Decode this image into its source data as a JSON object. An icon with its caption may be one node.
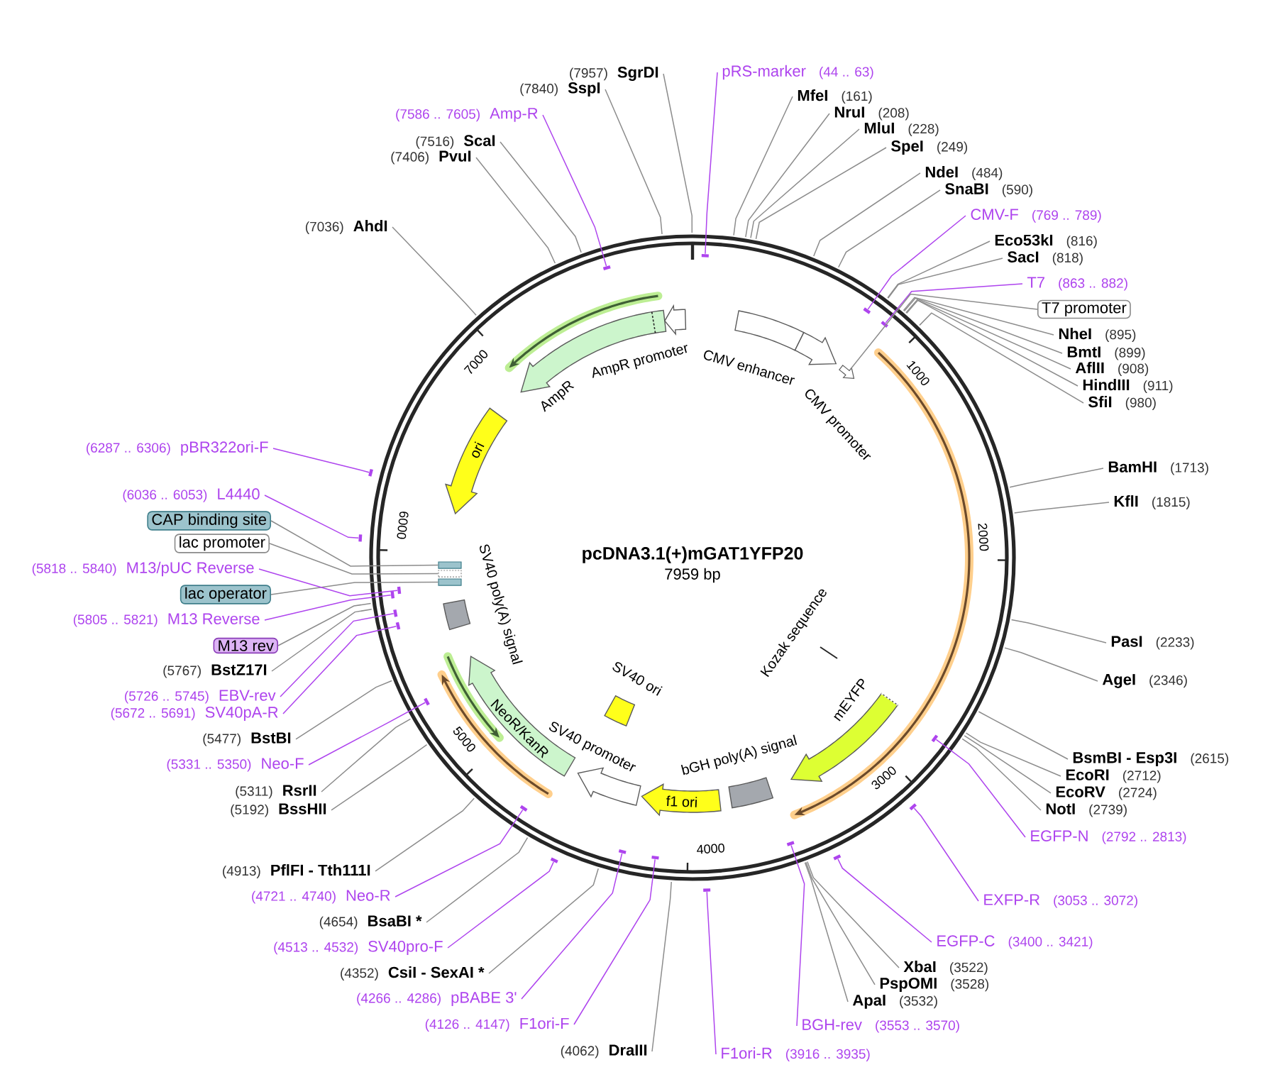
{
  "diagram": {
    "title": "pcDNA3.1(+)mGAT1YFP20",
    "nodes": [
      {
        "text": [
          "pRS-marker",
          "(44 .. 63)"
        ]
      },
      {
        "text": [
          "MfeI",
          "(161)"
        ]
      },
      {
        "text": [
          "NruI",
          "(208)"
        ]
      },
      {
        "text": [
          "MluI",
          "(228)"
        ]
      },
      {
        "text": [
          "SpeI",
          "(249)"
        ]
      },
      {
        "text": [
          "NdeI",
          "(484)"
        ]
      },
      {
        "text": [
          "SnaBI",
          "(590)"
        ]
      },
      {
        "text": [
          "CMV-F",
          "(769 .. 789)"
        ]
      },
      {
        "text": [
          "Eco53kI",
          "(816)"
        ]
      },
      {
        "text": [
          "SacI",
          "(818)"
        ]
      },
      {
        "text": [
          "T7",
          "(863 .. 882)"
        ]
      },
      {
        "text": [
          "T7 promoter"
        ]
      },
      {
        "text": [
          "NheI",
          "(895)"
        ]
      },
      {
        "text": [
          "BmtI",
          "(899)"
        ]
      },
      {
        "text": [
          "AflII",
          "(908)"
        ]
      },
      {
        "text": [
          "HindIII",
          "(911)"
        ]
      },
      {
        "text": [
          "SfiI",
          "(980)"
        ]
      },
      {
        "text": [
          "BamHI",
          "(1713)"
        ]
      },
      {
        "text": [
          "KflI",
          "(1815)"
        ]
      },
      {
        "text": [
          "PasI",
          "(2233)"
        ]
      },
      {
        "text": [
          "AgeI",
          "(2346)"
        ]
      },
      {
        "text": [
          "BsmBI - Esp3I",
          "(2615)"
        ]
      },
      {
        "text": [
          "EcoRI",
          "(2712)"
        ]
      },
      {
        "text": [
          "EcoRV",
          "(2724)"
        ]
      },
      {
        "text": [
          "NotI",
          "(2739)"
        ]
      },
      {
        "text": [
          "EGFP-N",
          "(2792 .. 2813)"
        ]
      },
      {
        "text": [
          "EXFP-R",
          "(3053 .. 3072)"
        ]
      },
      {
        "text": [
          "EGFP-C",
          "(3400 .. 3421)"
        ]
      },
      {
        "text": [
          "XbaI",
          "(3522)"
        ]
      },
      {
        "text": [
          "PspOMI",
          "(3528)"
        ]
      },
      {
        "text": [
          "ApaI",
          "(3532)"
        ]
      },
      {
        "text": [
          "BGH-rev",
          "(3553 .. 3570)"
        ]
      },
      {
        "text": [
          "F1ori-R",
          "(3916 .. 3935)"
        ]
      },
      {
        "text": [
          "(4062)",
          "DraIII"
        ]
      },
      {
        "text": [
          "(4126 .. 4147)",
          "F1ori-F"
        ]
      },
      {
        "text": [
          "(4266 .. 4286)",
          "pBABE 3'"
        ]
      },
      {
        "text": [
          "(4352)",
          "CsiI - SexAI *"
        ]
      },
      {
        "text": [
          "(4513 .. 4532)",
          "SV40pro-F"
        ]
      },
      {
        "text": [
          "(4654)",
          "BsaBI *"
        ]
      },
      {
        "text": [
          "(4721 .. 4740)",
          "Neo-R"
        ]
      },
      {
        "text": [
          "(4913)",
          "PflFI - Tth111I"
        ]
      },
      {
        "text": [
          "(5192)",
          "BssHII"
        ]
      },
      {
        "text": [
          "(5311)",
          "RsrII"
        ]
      },
      {
        "text": [
          "(5331 .. 5350)",
          "Neo-F"
        ]
      },
      {
        "text": [
          "(5477)",
          "BstBI"
        ]
      },
      {
        "text": [
          "(5672 .. 5691)",
          "SV40pA-R"
        ]
      },
      {
        "text": [
          "(5726 .. 5745)",
          "EBV-rev"
        ]
      },
      {
        "text": [
          "(5767)",
          "BstZ17I"
        ]
      },
      {
        "text": [
          "M13 rev"
        ]
      },
      {
        "text": [
          "(5805 .. 5821)",
          "M13 Reverse"
        ]
      },
      {
        "text": [
          "lac operator"
        ]
      },
      {
        "text": [
          "(5818 .. 5840)",
          "M13/pUC Reverse"
        ]
      },
      {
        "text": [
          "lac promoter"
        ]
      },
      {
        "text": [
          "CAP binding site"
        ]
      },
      {
        "text": [
          "(6036 .. 6053)",
          "L4440"
        ]
      },
      {
        "text": [
          "(6287 .. 6306)",
          "pBR322ori-F"
        ]
      },
      {
        "text": [
          "(7036)",
          "AhdI"
        ]
      },
      {
        "text": [
          "(7406)",
          "PvuI"
        ]
      },
      {
        "text": [
          "(7516)",
          "ScaI"
        ]
      },
      {
        "text": [
          "(7586 .. 7605)",
          "Amp-R"
        ]
      },
      {
        "text": [
          "(7840)",
          "SspI"
        ]
      },
      {
        "text": [
          "(7957)",
          "SgrDI"
        ]
      },
      {
        "text": [
          "CMV enhancer"
        ]
      },
      {
        "text": [
          "CMV promoter"
        ]
      },
      {
        "text": [
          "Kozak sequence"
        ]
      },
      {
        "text": [
          "mEYFP"
        ]
      },
      {
        "text": [
          "bGH poly(A) signal"
        ]
      },
      {
        "text": [
          "f1 ori"
        ]
      },
      {
        "text": [
          "SV40 promoter"
        ]
      },
      {
        "text": [
          "NeoR/KanR"
        ]
      },
      {
        "text": [
          "SV40 ori"
        ]
      },
      {
        "text": [
          "SV40 poly(A) signal"
        ]
      },
      {
        "text": [
          "ori"
        ]
      },
      {
        "text": [
          "AmpR"
        ]
      },
      {
        "text": [
          "AmpR promoter"
        ]
      },
      {
        "text": [],
        "shape": "box"
      },
      {
        "text": [],
        "shape": "box"
      },
      {
        "text": [],
        "shape": "box"
      },
      {
        "text": [],
        "shape": "arrow"
      },
      {
        "text": [],
        "shape": "bar"
      },
      {
        "text": [],
        "shape": "bar"
      },
      {
        "text": [],
        "shape": "bar"
      },
      {
        "text": [],
        "shape": "bar"
      },
      {
        "text": [],
        "shape": "bar"
      },
      {
        "text": [],
        "shape": "bar"
      },
      {
        "text": [],
        "shape": "bar"
      },
      {
        "text": [],
        "shape": "bar"
      },
      {
        "text": [],
        "shape": "bar"
      },
      {
        "text": [],
        "shape": "bar"
      },
      {
        "text": [],
        "shape": "bar"
      },
      {
        "text": [],
        "shape": "bar"
      },
      {
        "text": [],
        "shape": "bar"
      },
      {
        "text": [],
        "shape": "bar"
      },
      {
        "text": [],
        "shape": "bar"
      },
      {
        "text": [],
        "shape": "bar"
      },
      {
        "text": [],
        "shape": "bar"
      },
      {
        "text": [],
        "shape": "bar"
      },
      {
        "text": [],
        "shape": "bar"
      },
      {
        "text": [],
        "shape": "bar"
      }
    ],
    "edges": [
      {
        "from": 0,
        "to": 79,
        "arrow": "none",
        "color": "#ae44ee"
      },
      {
        "from": 1,
        "to": null,
        "arrow": "none"
      },
      {
        "from": 2,
        "to": null,
        "arrow": "none"
      },
      {
        "from": 3,
        "to": null,
        "arrow": "none"
      },
      {
        "from": 4,
        "to": null,
        "arrow": "none"
      },
      {
        "from": 5,
        "to": null,
        "arrow": "none"
      },
      {
        "from": 6,
        "to": null,
        "arrow": "none"
      },
      {
        "from": 7,
        "to": 80,
        "arrow": "none",
        "color": "#ae44ee"
      },
      {
        "from": 8,
        "to": null,
        "arrow": "none"
      },
      {
        "from": 9,
        "to": null,
        "arrow": "none"
      },
      {
        "from": 10,
        "to": 81,
        "arrow": "none",
        "color": "#ae44ee"
      },
      {
        "from": 11,
        "to": 78,
        "arrow": "none"
      },
      {
        "from": 12,
        "to": null,
        "arrow": "none"
      },
      {
        "from": 13,
        "to": null,
        "arrow": "none"
      },
      {
        "from": 14,
        "to": null,
        "arrow": "none"
      },
      {
        "from": 15,
        "to": null,
        "arrow": "none"
      },
      {
        "from": 16,
        "to": null,
        "arrow": "none"
      },
      {
        "from": 17,
        "to": null,
        "arrow": "none"
      },
      {
        "from": 18,
        "to": null,
        "arrow": "none"
      },
      {
        "from": 19,
        "to": null,
        "arrow": "none"
      },
      {
        "from": 20,
        "to": null,
        "arrow": "none"
      },
      {
        "from": 21,
        "to": null,
        "arrow": "none"
      },
      {
        "from": 22,
        "to": null,
        "arrow": "none"
      },
      {
        "from": 23,
        "to": null,
        "arrow": "none"
      },
      {
        "from": 24,
        "to": null,
        "arrow": "none"
      },
      {
        "from": 25,
        "to": 82,
        "arrow": "none",
        "color": "#ae44ee"
      },
      {
        "from": 26,
        "to": 83,
        "arrow": "none",
        "color": "#ae44ee"
      },
      {
        "from": 27,
        "to": 84,
        "arrow": "none",
        "color": "#ae44ee"
      },
      {
        "from": 28,
        "to": null,
        "arrow": "none"
      },
      {
        "from": 29,
        "to": null,
        "arrow": "none"
      },
      {
        "from": 30,
        "to": null,
        "arrow": "none"
      },
      {
        "from": 31,
        "to": 85,
        "arrow": "none",
        "color": "#ae44ee"
      },
      {
        "from": 32,
        "to": 86,
        "arrow": "none",
        "color": "#ae44ee"
      },
      {
        "from": 33,
        "to": null,
        "arrow": "none"
      },
      {
        "from": 34,
        "to": 87,
        "arrow": "none",
        "color": "#ae44ee"
      },
      {
        "from": 35,
        "to": 88,
        "arrow": "none",
        "color": "#ae44ee"
      },
      {
        "from": 36,
        "to": null,
        "arrow": "none"
      },
      {
        "from": 37,
        "to": 89,
        "arrow": "none",
        "color": "#ae44ee"
      },
      {
        "from": 38,
        "to": null,
        "arrow": "none"
      },
      {
        "from": 39,
        "to": 90,
        "arrow": "none",
        "color": "#ae44ee"
      },
      {
        "from": 40,
        "to": null,
        "arrow": "none"
      },
      {
        "from": 41,
        "to": null,
        "arrow": "none"
      },
      {
        "from": 42,
        "to": null,
        "arrow": "none"
      },
      {
        "from": 43,
        "to": 91,
        "arrow": "none",
        "color": "#ae44ee"
      },
      {
        "from": 44,
        "to": null,
        "arrow": "none"
      },
      {
        "from": 45,
        "to": 92,
        "arrow": "none",
        "color": "#ae44ee"
      },
      {
        "from": 46,
        "to": 93,
        "arrow": "none",
        "color": "#ae44ee"
      },
      {
        "from": 47,
        "to": null,
        "arrow": "none"
      },
      {
        "from": 48,
        "to": null,
        "arrow": "none"
      },
      {
        "from": 49,
        "to": 94,
        "arrow": "none",
        "color": "#ae44ee"
      },
      {
        "from": 50,
        "to": 77,
        "arrow": "none"
      },
      {
        "from": 51,
        "to": 95,
        "arrow": "none",
        "color": "#ae44ee"
      },
      {
        "from": 52,
        "to": 76,
        "arrow": "none"
      },
      {
        "from": 53,
        "to": 75,
        "arrow": "none"
      },
      {
        "from": 54,
        "to": 96,
        "arrow": "none",
        "color": "#ae44ee"
      },
      {
        "from": 55,
        "to": 97,
        "arrow": "none",
        "color": "#ae44ee"
      },
      {
        "from": 56,
        "to": null,
        "arrow": "none"
      },
      {
        "from": 57,
        "to": null,
        "arrow": "none"
      },
      {
        "from": 58,
        "to": null,
        "arrow": "none"
      },
      {
        "from": 59,
        "to": 98,
        "arrow": "none",
        "color": "#ae44ee"
      },
      {
        "from": 60,
        "to": null,
        "arrow": "none"
      },
      {
        "from": 61,
        "to": null,
        "arrow": "none"
      }
    ],
    "labels": [
      "7959 bp",
      "1000",
      "2000",
      "3000",
      "4000",
      "5000",
      "6000",
      "7000"
    ]
  }
}
